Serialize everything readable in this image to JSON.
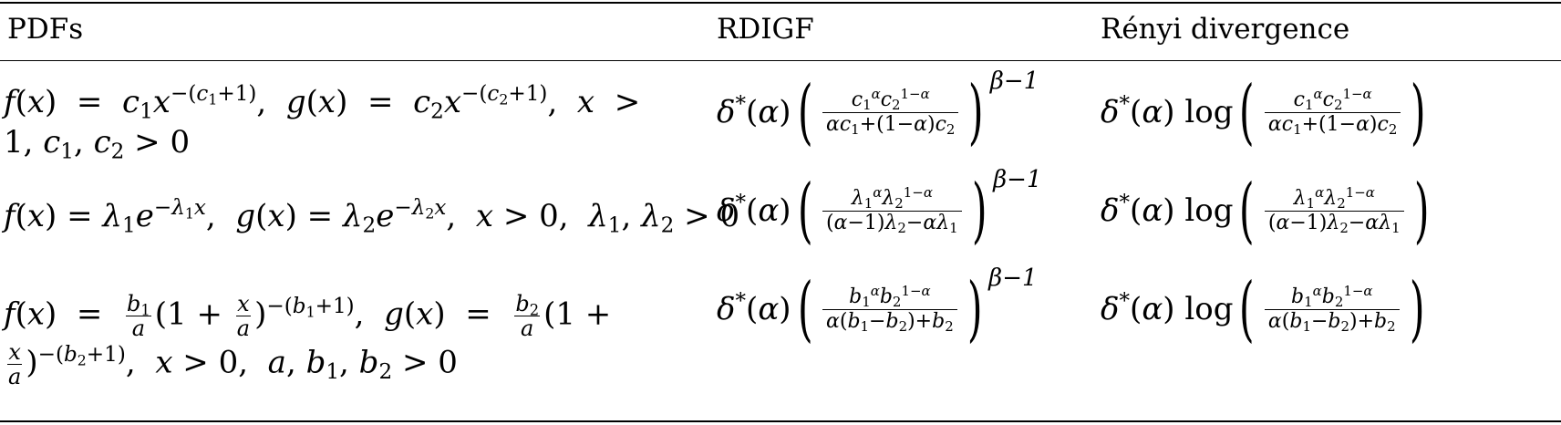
{
  "headers": {
    "pdfs": "PDFs",
    "rdigf": "RDIGF",
    "renyi": "Rényi divergence"
  },
  "rows": [
    {
      "pdf_text": "f(x) = c1x^−(c1+1), g(x) = c2x^−(c2+1), x > 1, c1, c2 > 0",
      "rdigf_text": "δ*(α) ( c1^α c2^(1−α) / (αc1+(1−α)c2) )^(β−1)",
      "renyi_text": "δ*(α) log ( c1^α c2^(1−α) / (αc1+(1−α)c2) )"
    },
    {
      "pdf_text": "f(x) = λ1e^(−λ1x), g(x) = λ2e^(−λ2x), x > 0, λ1, λ2 > 0",
      "rdigf_text": "δ*(α) ( λ1^α λ2^(1−α) / ((α−1)λ2−αλ1) )^(β−1)",
      "renyi_text": "δ*(α) log ( λ1^α λ2^(1−α) / ((α−1)λ2−αλ1) )"
    },
    {
      "pdf_text": "f(x) = (b1/a)(1 + x/a)^−(b1+1), g(x) = (b2/a)(1 + x/a)^−(b2+1), x > 0, a, b1, b2 > 0",
      "rdigf_text": "δ*(α) ( b1^α b2^(1−α) / (α(b1−b2)+b2) )^(β−1)",
      "renyi_text": "δ*(α) log ( b1^α b2^(1−α) / (α(b1−b2)+b2) )"
    }
  ]
}
